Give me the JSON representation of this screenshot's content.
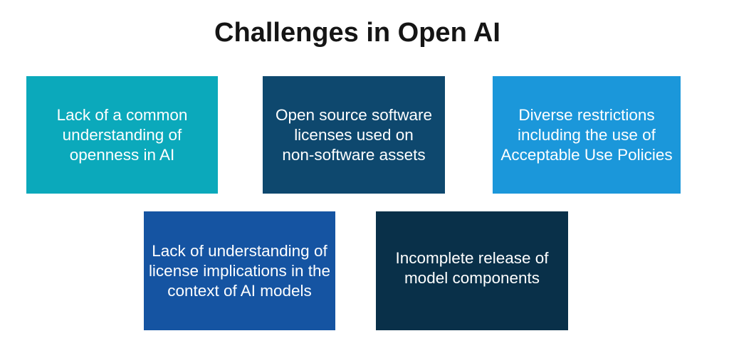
{
  "title": "Challenges in Open AI",
  "boxes": [
    {
      "id": "common-understanding",
      "color": "#0BA9BB",
      "lines": [
        "Lack of a common",
        "understanding of",
        "openness in AI"
      ]
    },
    {
      "id": "oss-licenses-nonsoftware",
      "color": "#0E486E",
      "lines": [
        "Open source software",
        "licenses used on",
        "non-software assets"
      ]
    },
    {
      "id": "diverse-restrictions",
      "color": "#1B97DA",
      "lines": [
        "Diverse restrictions",
        "including the use of",
        "Acceptable Use Policies"
      ]
    },
    {
      "id": "license-implications",
      "color": "#1554A2",
      "lines": [
        "Lack of understanding of",
        "license implications in the",
        "context of AI models"
      ]
    },
    {
      "id": "incomplete-release",
      "color": "#093049",
      "lines": [
        "Incomplete release of",
        "model components"
      ]
    }
  ],
  "text_color": "#ffffff",
  "title_color": "#151515"
}
